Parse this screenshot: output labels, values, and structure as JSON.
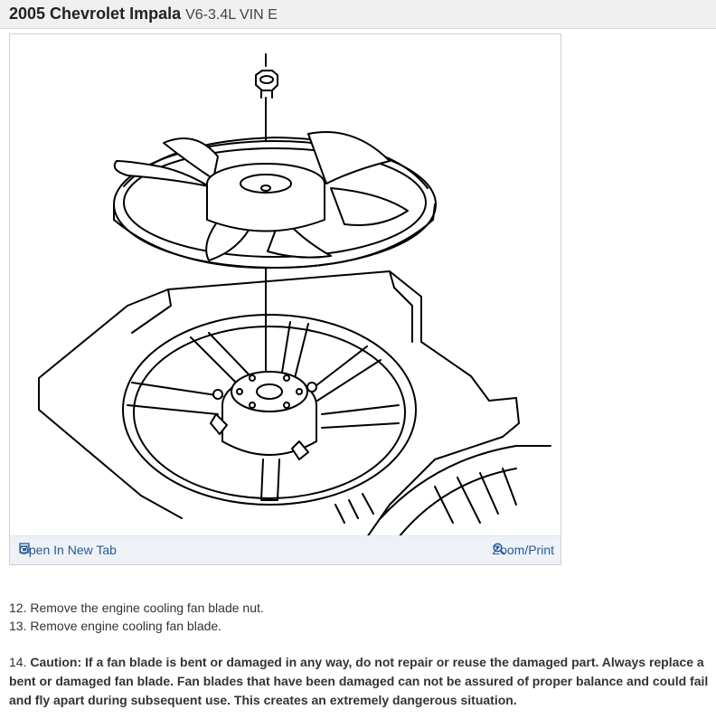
{
  "header": {
    "title": "2005 Chevrolet Impala",
    "subtitle": "V6-3.4L VIN E"
  },
  "figure": {
    "open_tab_label": "Open In New Tab",
    "open_tab_icon": "open-in-new-tab-icon",
    "zoom_label": "Zoom/Print",
    "zoom_icon": "magnifier-zoom-icon",
    "link_color": "#2a5a95"
  },
  "steps": [
    {
      "number": "12.",
      "text": "Remove the engine cooling fan blade nut."
    },
    {
      "number": "13.",
      "text": "Remove engine cooling fan blade."
    }
  ],
  "caution": {
    "number": "14.",
    "text": "Caution: If a fan blade is bent or damaged in any way, do not repair or reuse the damaged part. Always replace a bent or damaged fan blade. Fan blades that have been damaged can not be assured of proper balance and could fail and fly apart during subsequent use. This creates an extremely dangerous situation."
  }
}
